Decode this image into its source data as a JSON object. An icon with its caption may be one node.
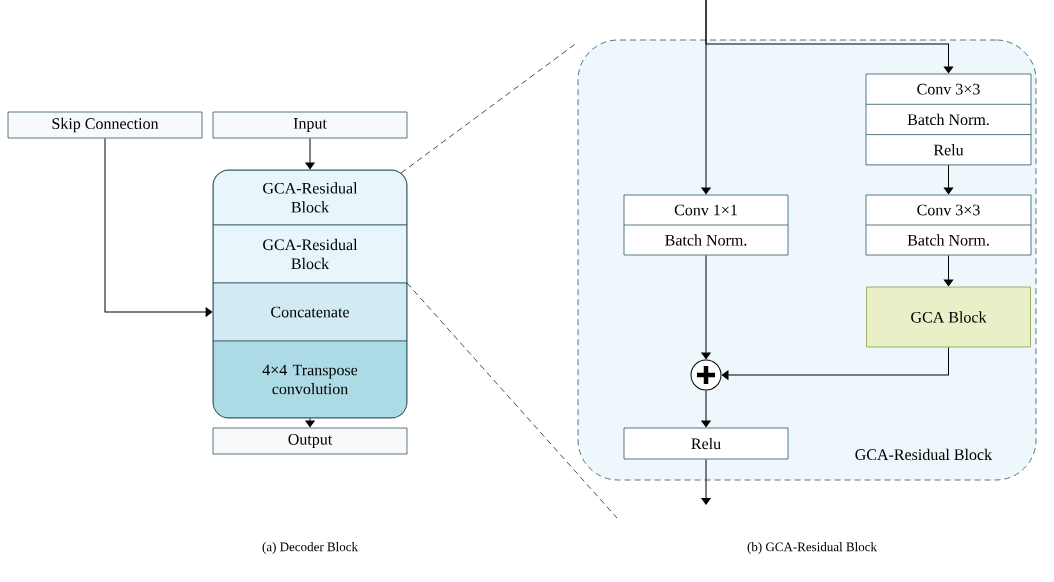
{
  "diagram": {
    "nodes": [
      {
        "text": [
          "Skip Connection"
        ]
      },
      {
        "text": [
          "Input"
        ]
      },
      {
        "text": [],
        "shape": "box"
      },
      {
        "text": [
          "GCA-Residual Block"
        ],
        "in": 2
      },
      {
        "text": [
          "GCA-Residual Block"
        ],
        "in": 2
      },
      {
        "text": [
          "Concatenate"
        ],
        "in": 2
      },
      {
        "text": [
          "4×4 Transpose convolution"
        ],
        "in": 2
      },
      {
        "text": [
          "Output"
        ]
      },
      {
        "text": [
          "GCA-Residual Block"
        ]
      },
      {
        "text": [
          "Conv 3×3",
          "Batch Norm.",
          "Relu"
        ],
        "in": 8
      },
      {
        "text": [
          "Conv 1×1",
          "Batch Norm."
        ],
        "in": 8
      },
      {
        "text": [
          "Conv 3×3",
          "Batch Norm."
        ],
        "in": 8
      },
      {
        "text": [
          "GCA Block"
        ],
        "in": 8
      },
      {
        "text": [],
        "shape": "circle",
        "in": 8
      },
      {
        "text": [
          "Relu"
        ],
        "in": 8
      }
    ],
    "edges": [
      {
        "from": 1,
        "to": 2,
        "arrow": "to"
      },
      {
        "from": 0,
        "to": 5,
        "arrow": "to"
      },
      {
        "from": 2,
        "to": 7,
        "arrow": "to"
      },
      {
        "from": null,
        "to": 10,
        "arrow": "to"
      },
      {
        "from": null,
        "to": 9,
        "arrow": "to"
      },
      {
        "from": 9,
        "to": 11,
        "arrow": "to"
      },
      {
        "from": 11,
        "to": 12,
        "arrow": "to"
      },
      {
        "from": 10,
        "to": 13,
        "arrow": "to"
      },
      {
        "from": 12,
        "to": 13,
        "arrow": "to"
      },
      {
        "from": 13,
        "to": 14,
        "arrow": "to"
      },
      {
        "from": 14,
        "to": null,
        "arrow": "to"
      }
    ],
    "labels": [
      "(a) Decoder Block",
      "(b) GCA-Residual Block"
    ]
  }
}
